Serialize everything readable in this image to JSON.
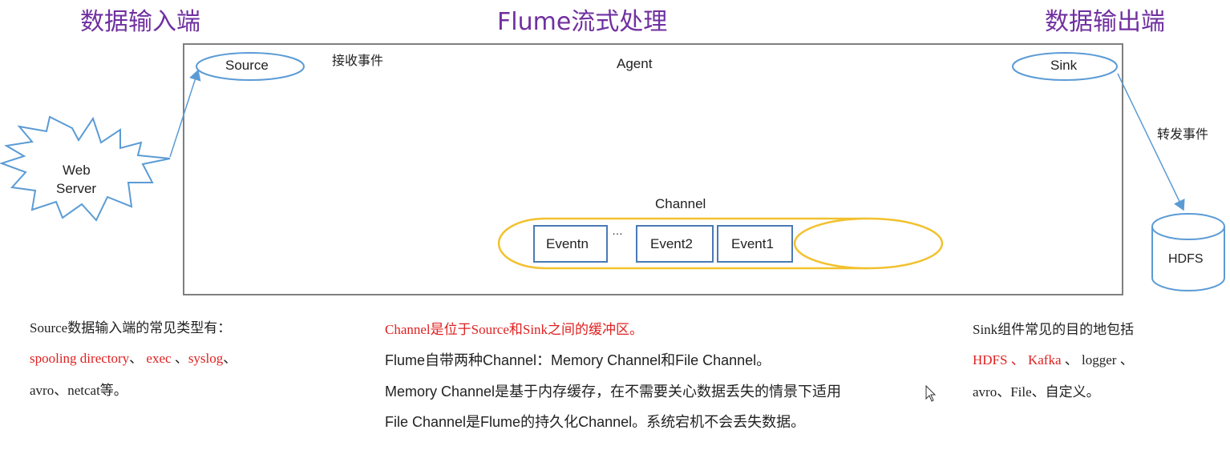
{
  "headers": {
    "input": "数据输入端",
    "flume": "Flume流式处理",
    "output": "数据输出端"
  },
  "diagram": {
    "agent_label": "Agent",
    "source_label": "Source",
    "sink_label": "Sink",
    "receive_label": "接收事件",
    "forward_label": "转发事件",
    "web_server_line1": "Web",
    "web_server_line2": "Server",
    "channel_label": "Channel",
    "ellipsis": "…",
    "events": [
      "Eventn",
      "Event2",
      "Event1"
    ],
    "hdfs_label": "HDFS"
  },
  "notes": {
    "source": {
      "line1": "Source数据输入端的常见类型有：",
      "line2_parts": [
        "spooling directory",
        "、",
        "exec",
        "、",
        "syslog",
        "、"
      ],
      "line3": "avro、netcat等。"
    },
    "channel": {
      "line1": "Channel是位于Source和Sink之间的缓冲区。",
      "line2": "Flume自带两种Channel：Memory Channel和File Channel。",
      "line3": "Memory Channel是基于内存缓存，在不需要关心数据丢失的情景下适用",
      "line4": "File Channel是Flume的持久化Channel。系统宕机不会丢失数据。"
    },
    "sink": {
      "line1": "Sink组件常见的目的地包括",
      "line2_parts": [
        "HDFS",
        "、",
        "Kafka",
        "、",
        "logger",
        "、"
      ],
      "line3": "avro、File、自定义。"
    }
  },
  "colors": {
    "header": "#7030a0",
    "shape_stroke": "#5b9bd5",
    "channel_stroke": "#f2c12e",
    "agent_border": "#7f7f7f",
    "highlight_text": "#e02020"
  }
}
